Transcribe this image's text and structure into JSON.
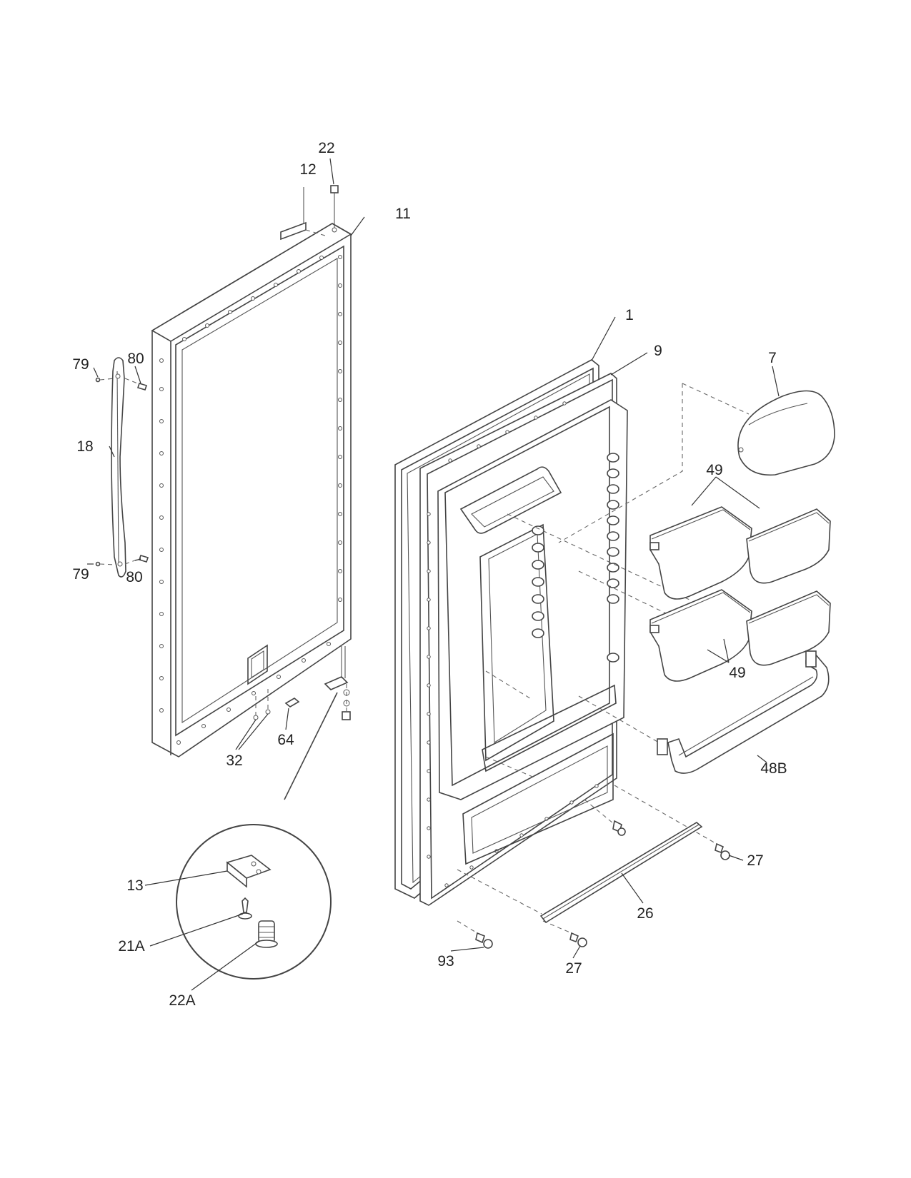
{
  "labels": {
    "p22": "22",
    "p12": "12",
    "p11": "11",
    "p1": "1",
    "p9": "9",
    "p7": "7",
    "p79a": "79",
    "p80a": "80",
    "p18": "18",
    "p79b": "79",
    "p80b": "80",
    "p49a": "49",
    "p49b": "49",
    "p32": "32",
    "p64": "64",
    "p48b": "48B",
    "p27a": "27",
    "p26": "26",
    "p27b": "27",
    "p13": "13",
    "p93": "93",
    "p21a": "21A",
    "p22a": "22A"
  }
}
